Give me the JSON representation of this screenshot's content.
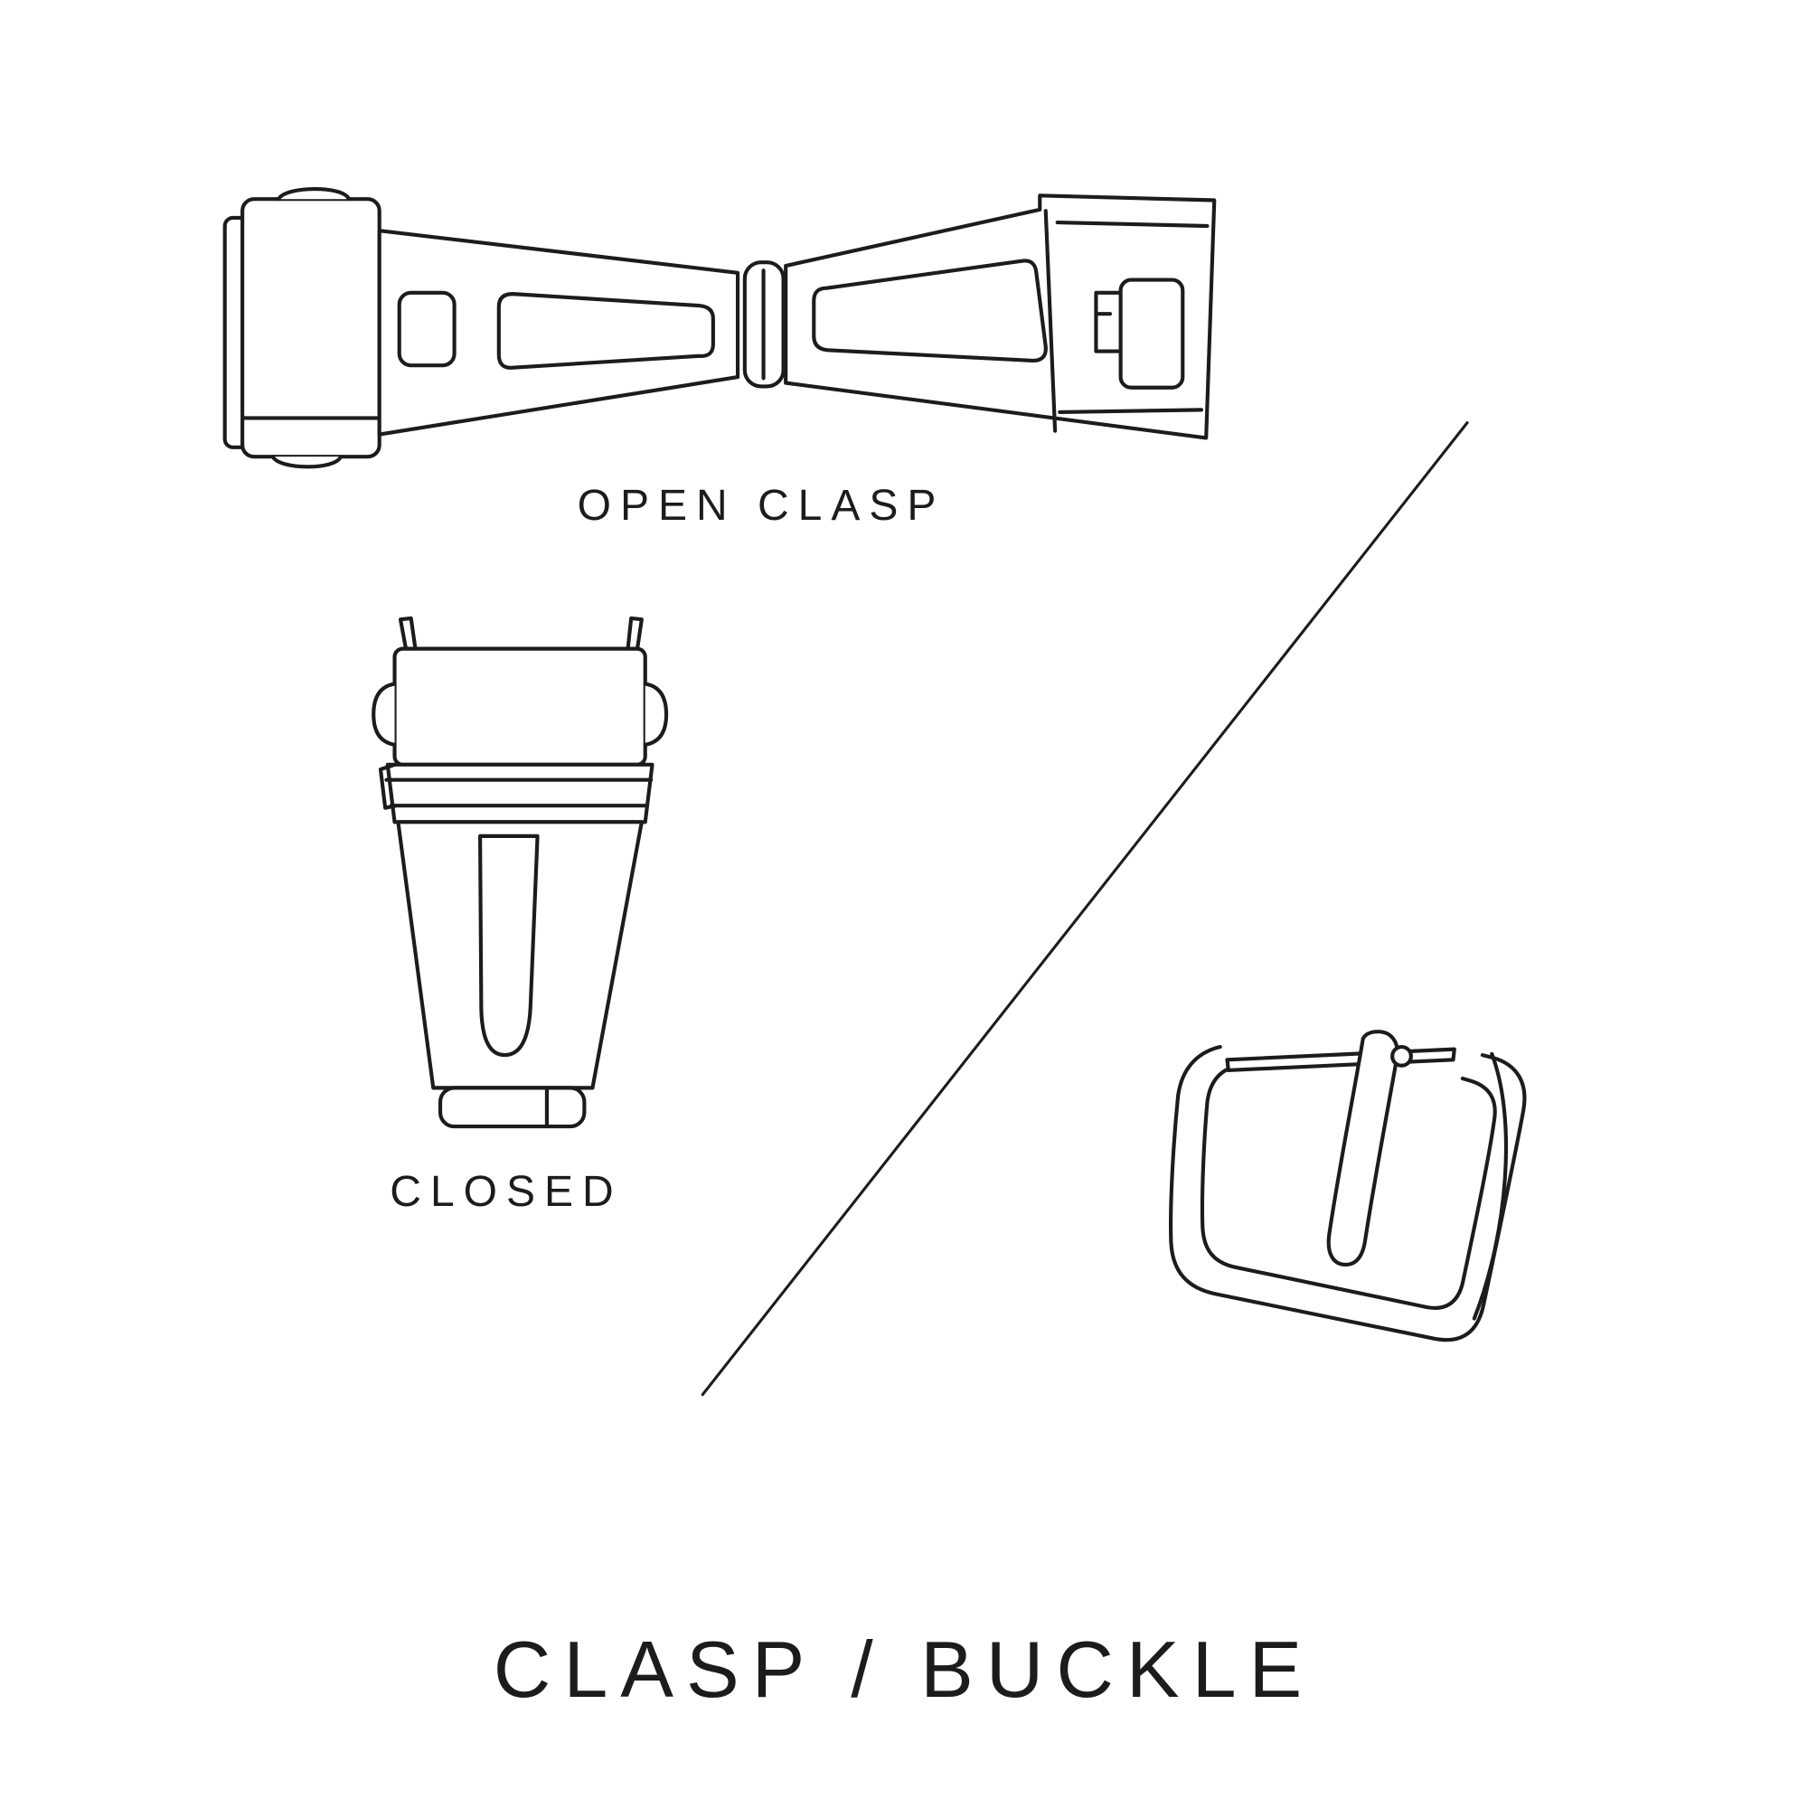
{
  "page": {
    "background": "#ffffff",
    "ink_color": "#1c1c1c"
  },
  "diagram": {
    "title": "CLASP / BUCKLE",
    "labels": {
      "open_clasp": "OPEN CLASP",
      "closed": "CLOSED"
    },
    "figures": [
      {
        "id": "open-clasp",
        "caption": "OPEN CLASP",
        "description": "watch deployant clasp shown open, top view line drawing"
      },
      {
        "id": "closed-clasp",
        "caption": "CLOSED",
        "description": "watch clasp shown closed, top view line drawing"
      },
      {
        "id": "pin-buckle",
        "caption": "",
        "description": "watch strap pin buckle with tang, line drawing"
      }
    ],
    "divider": "diagonal-line"
  }
}
